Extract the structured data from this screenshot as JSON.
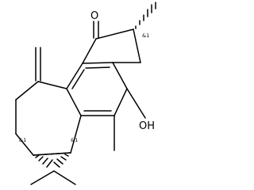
{
  "molecule": {
    "atom_labels": {
      "carbonyl_oxygen": "O",
      "hydroxyl": "OH"
    },
    "stereo_labels": {
      "methyl_stereocenter": "&1",
      "cyclopropane_left": "&1",
      "cyclopropane_right": "&1"
    }
  }
}
